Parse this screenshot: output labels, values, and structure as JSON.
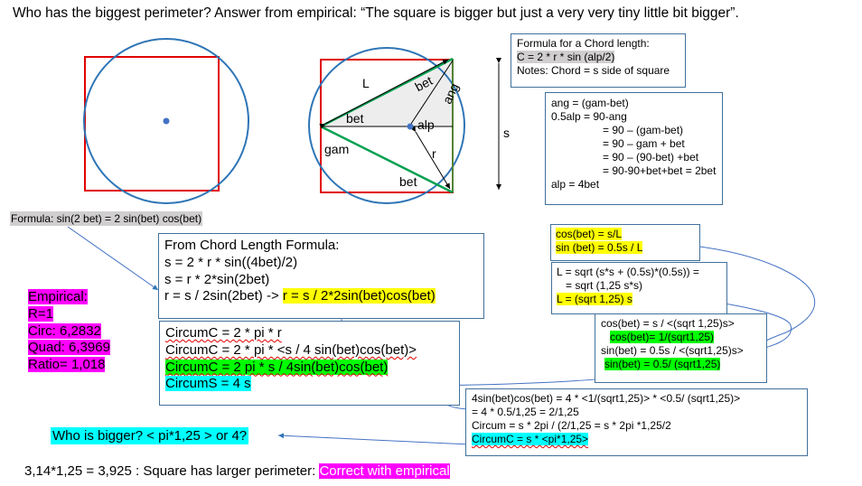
{
  "title": "Who has the biggest perimeter? Answer from empirical: “The square is bigger but just a very very tiny little bit bigger”.",
  "diagram": {
    "label_L": "L",
    "label_bet_top": "bet",
    "label_ang": "ang",
    "label_bet_left": "bet",
    "label_alp": "alp",
    "label_gam": "gam",
    "label_r": "r",
    "label_bet_bottom": "bet",
    "label_s": "s"
  },
  "chord_box": {
    "line1": "Formula for a Chord length:",
    "line2": "C = 2 * r * sin (alp/2)",
    "line3": "Notes: Chord = s side of square"
  },
  "angle_box": {
    "lines": [
      "ang = (gam-bet)",
      "0.5alp = 90-ang",
      "= 90 – (gam-bet)",
      "= 90 – gam + bet",
      "= 90 – (90-bet) +bet",
      "= 90-90+bet+bet = 2bet",
      "alp = 4bet"
    ]
  },
  "sin_formula": "Formula:  sin(2 bet) = 2 sin(bet) cos(bet)",
  "chord_derivation": {
    "line1": "From Chord Length Formula:",
    "line2": "s = 2 * r * sin((4bet)/2)",
    "line3": "s = r * 2*sin(2bet)",
    "line4": "r = s  / 2sin(2bet) -> ",
    "line4_hl": "r = s / 2*2sin(bet)cos(bet)"
  },
  "circum_box": {
    "line1": "CircumC = 2 * pi * r",
    "line2": "CircumC = 2 * pi * <s / 4 sin(bet)cos(bet)>",
    "line3": "CircumC = 2 pi * s / 4sin(bet)cos(bet)",
    "line4": "CircumS = 4 s"
  },
  "empirical": {
    "lines": [
      "Empirical:",
      "R=1",
      "Circ: 6,2832",
      "Quad: 6,3969",
      "Ratio= 1,018"
    ]
  },
  "cos_box": {
    "line1": "cos(bet) = s/L",
    "line2": "sin (bet) = 0.5s / L"
  },
  "L_box": {
    "line1": "L  = sqrt (s*s + (0.5s)*(0.5s)) =",
    "line2": "= sqrt (1,25 s*s)",
    "line3": "L  = (sqrt 1,25) s"
  },
  "sqrt_box": {
    "line1": "cos(bet) = s / <(sqrt 1,25)s>",
    "line2": "cos(bet)= 1/(sqrt1,25)",
    "line3": "sin(bet) = 0.5s / <(sqrt1,25)s>",
    "line4": "sin(bet) = 0.5/ (sqrt1,25)"
  },
  "final_box": {
    "line1": "4sin(bet)cos(bet) = 4 * <1/(sqrt1,25)> * <0.5/ (sqrt1,25)>",
    "line2": "= 4 * 0.5/1,25 = 2/1,25",
    "line3": "Circum = s * 2pi / (2/1,25 = s * 2pi *1,25/2",
    "line4": "CircumC = s * <pi*1,25>"
  },
  "question": "Who is bigger? < pi*1,25 > or 4?",
  "conclusion": "3,14*1,25 = 3,925 : Square has larger perimeter: ",
  "conclusion_hl": "Correct with empirical",
  "colors": {
    "circle": "#2e75b6",
    "square": "#e00000",
    "triangle": "#00a050",
    "box_border": "#41719c"
  }
}
